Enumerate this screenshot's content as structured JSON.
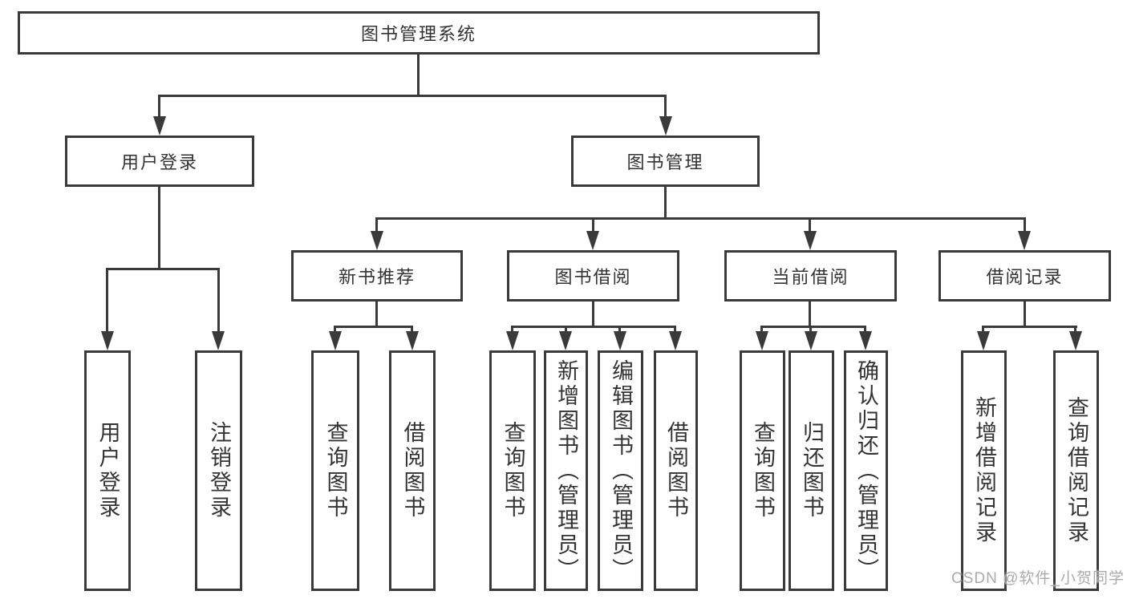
{
  "diagram": {
    "root_label": "图书管理系统",
    "level1": {
      "user_login": "用户登录",
      "book_mgmt": "图书管理"
    },
    "level2": {
      "new_book": "新书推荐",
      "book_borrow": "图书借阅",
      "current_borrow": "当前借阅",
      "borrow_record": "借阅记录"
    },
    "leaves": {
      "user_login_login": "用户登录",
      "user_login_logout": "注销登录",
      "new_book_query": "查询图书",
      "new_book_borrow": "借阅图书",
      "borrow_query": "查询图书",
      "borrow_add": "新增图书（管理员）",
      "borrow_edit": "编辑图书（管理员）",
      "borrow_borrow": "借阅图书",
      "current_query": "查询图书",
      "current_return": "归还图书",
      "current_confirm": "确认归还（管理员）",
      "record_add": "新增借阅记录",
      "record_query": "查询借阅记录"
    },
    "watermark": "CSDN @软件_小贺同学",
    "colors": {
      "line": "#3a3a3a",
      "text": "#333333",
      "watermark": "#ababab",
      "background": "#ffffff"
    }
  }
}
